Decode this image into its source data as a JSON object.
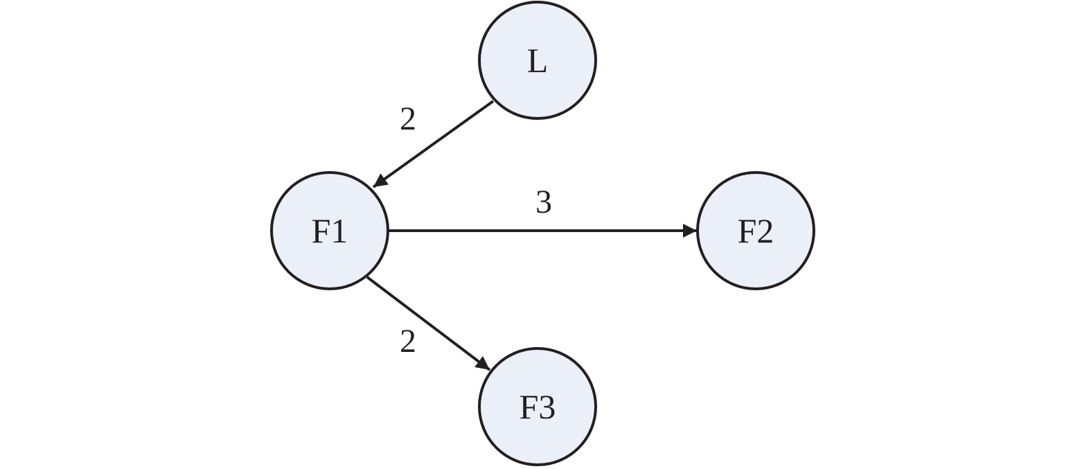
{
  "diagram": {
    "colors": {
      "node_fill": "#eaeff8",
      "stroke": "#231f20",
      "text": "#231f20"
    },
    "nodes": [
      {
        "id": "L",
        "label": "L"
      },
      {
        "id": "F1",
        "label": "F1"
      },
      {
        "id": "F2",
        "label": "F2"
      },
      {
        "id": "F3",
        "label": "F3"
      }
    ],
    "edges": [
      {
        "from": "L",
        "to": "F1",
        "label": "2"
      },
      {
        "from": "F1",
        "to": "F2",
        "label": "3"
      },
      {
        "from": "F1",
        "to": "F3",
        "label": "2"
      }
    ]
  }
}
